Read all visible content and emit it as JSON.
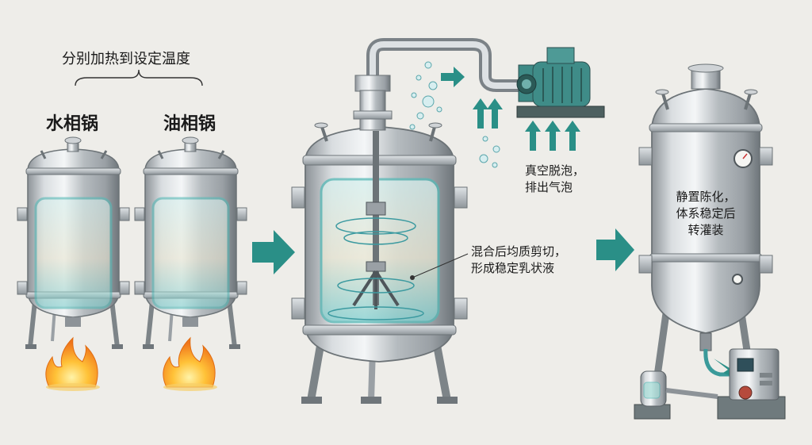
{
  "step1": {
    "heading": "分别加热到设定温度",
    "water_tank_label": "水相锅",
    "oil_tank_label": "油相锅"
  },
  "step2": {
    "vacuum_note_line1": "真空脱泡，",
    "vacuum_note_line2": "排出气泡",
    "mix_note_line1": "混合后均质剪切，",
    "mix_note_line2": "形成稳定乳状液"
  },
  "step3": {
    "note_line1": "静置陈化，",
    "note_line2": "体系稳定后",
    "note_line3": "转灌装"
  },
  "colors": {
    "background": "#eeede9",
    "arrow": "#2a8f87",
    "liquid": "#8fd3cf",
    "flame": "#f28a1c",
    "steel": "#b9bec2"
  }
}
